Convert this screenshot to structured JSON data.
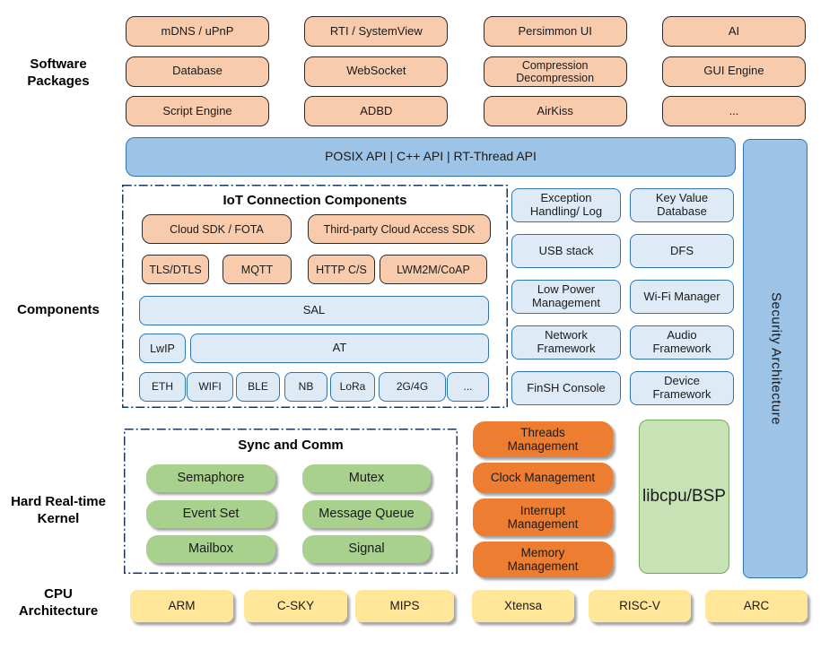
{
  "section_labels": {
    "software_packages": "Software\nPackages",
    "components": "Components",
    "kernel": "Hard Real-time\nKernel",
    "cpu": "CPU\nArchitecture"
  },
  "packages": {
    "items": [
      "mDNS / uPnP",
      "RTI / SystemView",
      "Persimmon UI",
      "AI",
      "Database",
      "WebSocket",
      "Compression\nDecompression",
      "GUI Engine",
      "Script Engine",
      "ADBD",
      "AirKiss",
      "..."
    ]
  },
  "api_bar": {
    "label": "POSIX API | C++ API | RT-Thread API"
  },
  "security": {
    "label": "Security Architecture"
  },
  "iot": {
    "title": "IoT Connection Components",
    "cloud": [
      "Cloud SDK / FOTA",
      "Third-party Cloud Access SDK"
    ],
    "protocols": [
      "TLS/DTLS",
      "MQTT",
      "HTTP C/S",
      "LWM2M/CoAP"
    ],
    "sal": "SAL",
    "lwip": "LwIP",
    "at": "AT",
    "links": [
      "ETH",
      "WIFI",
      "BLE",
      "NB",
      "LoRa",
      "2G/4G",
      "..."
    ]
  },
  "services": {
    "items": [
      "Exception\nHandling/ Log",
      "Key Value\nDatabase",
      "USB stack",
      "DFS",
      "Low Power\nManagement",
      "Wi-Fi Manager",
      "Network\nFramework",
      "Audio\nFramework",
      "FinSH Console",
      "Device\nFramework"
    ]
  },
  "kernel": {
    "sync_title": "Sync and Comm",
    "sync_items": [
      "Semaphore",
      "Mutex",
      "Event Set",
      "Message Queue",
      "Mailbox",
      "Signal"
    ],
    "mgmt_items": [
      "Threads\nManagement",
      "Clock Management",
      "Interrupt\nManagement",
      "Memory\nManagement"
    ],
    "libcpu": "libcpu/BSP"
  },
  "cpu": {
    "items": [
      "ARM",
      "C-SKY",
      "MIPS",
      "Xtensa",
      "RISC-V",
      "ARC"
    ]
  },
  "colors": {
    "package_fill": "#F8CBAD",
    "api_fill": "#9DC3E6",
    "component_fill": "#DEEBF7",
    "component_border": "#2E75B6",
    "kernel_green": "#A9D18E",
    "mgmt_orange": "#ED7D31",
    "libcpu_fill": "#C7E3B5",
    "cpu_yellow": "#FFE699",
    "dash_border": "#17365D"
  }
}
